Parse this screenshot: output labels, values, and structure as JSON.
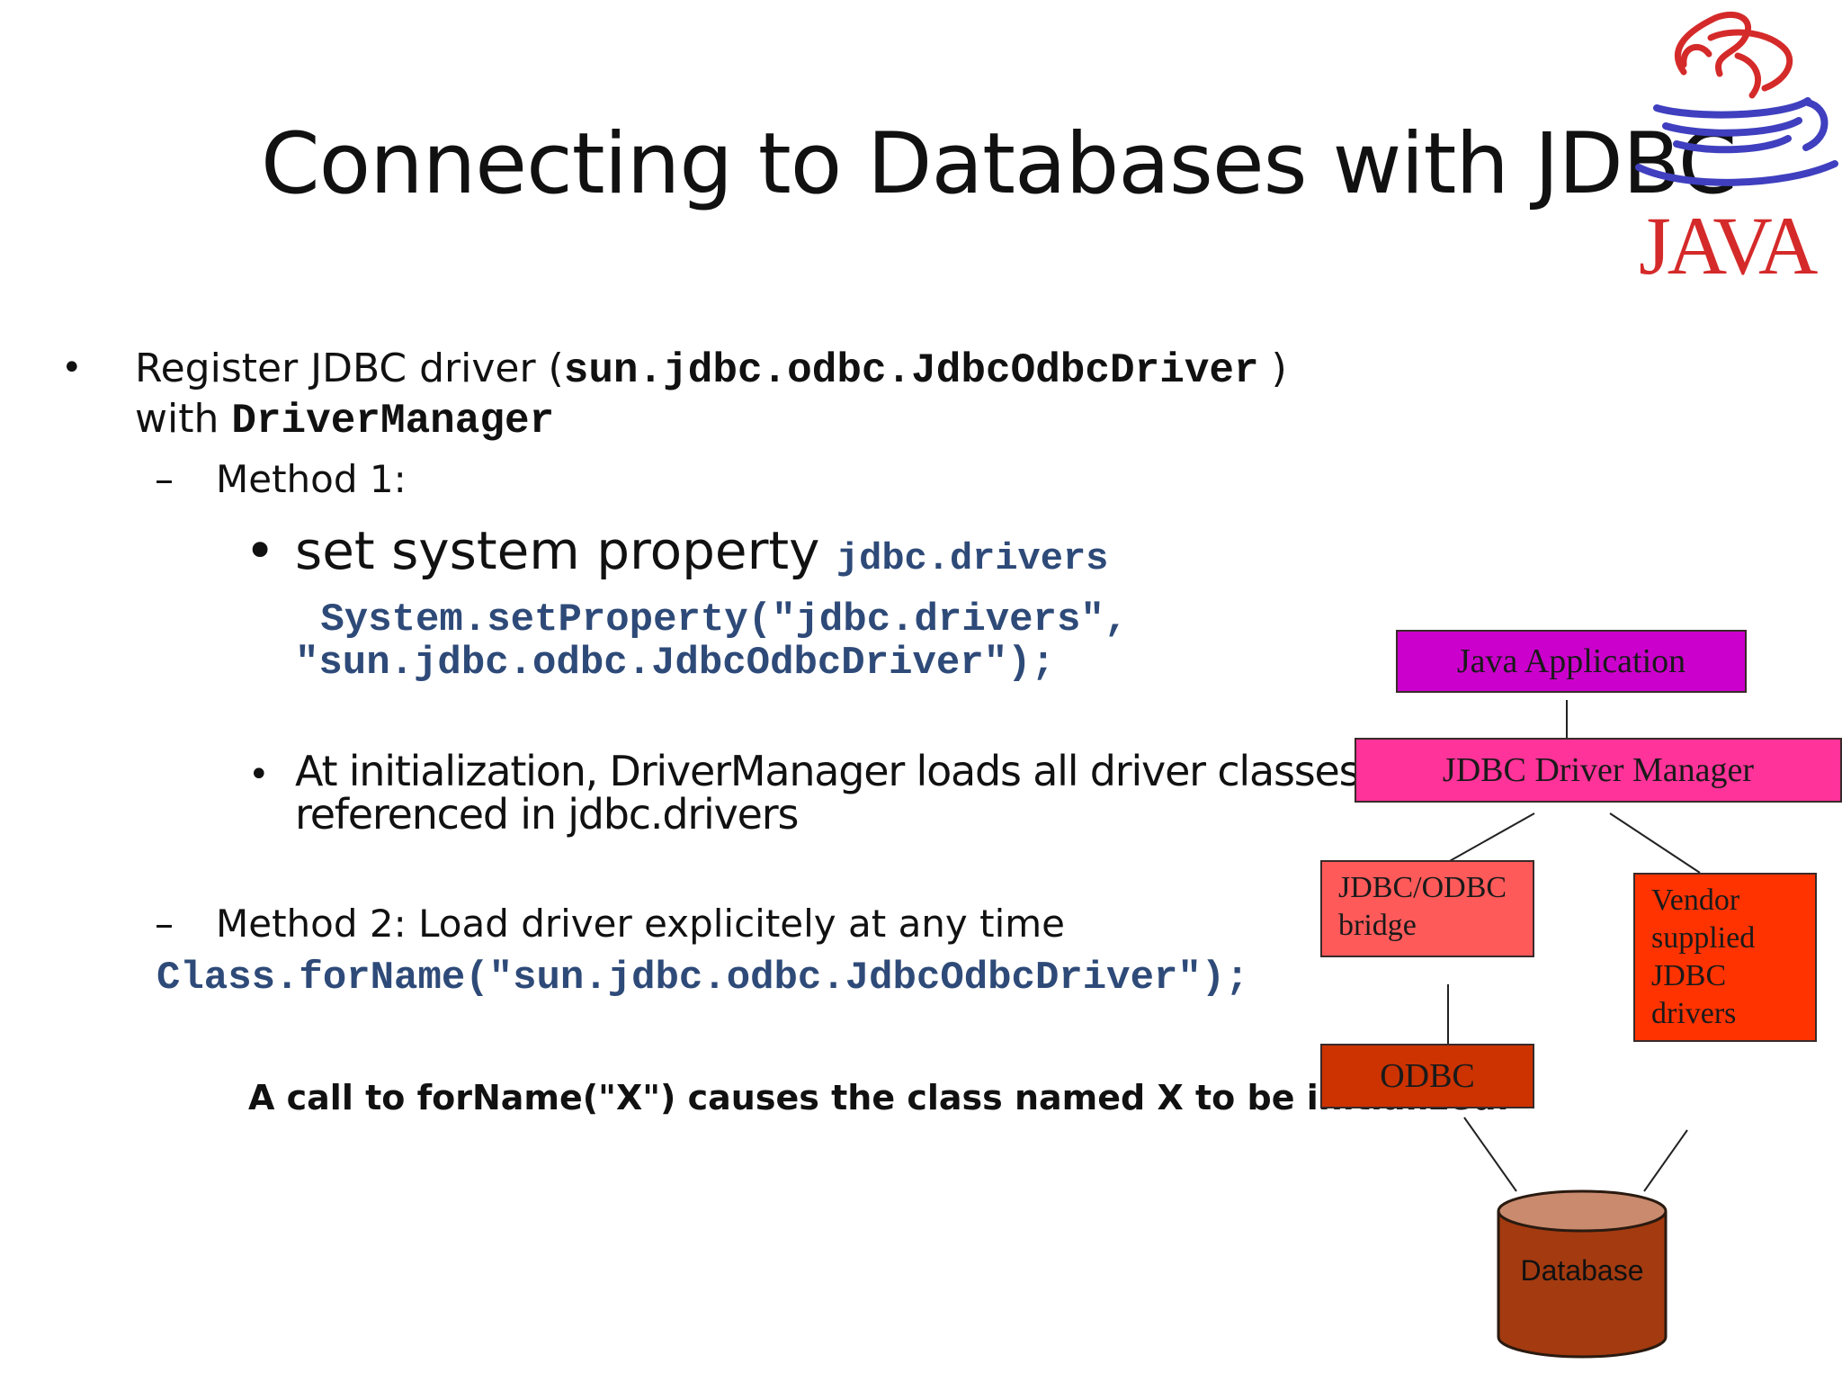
{
  "title": "Connecting to Databases with JDBC",
  "logo": {
    "name": "java-logo",
    "text": "JAVA",
    "colors": {
      "red": "#d52a2a",
      "blue": "#3f3fbf"
    }
  },
  "bullets": {
    "register_prefix": "Register JDBC driver (",
    "register_code": "sun.jdbc.odbc.JdbcOdbcDriver",
    "register_suffix": " )",
    "with_text": "with ",
    "with_code": "DriverManager",
    "method1_label": "Method 1:",
    "set_prop_text": "set system property ",
    "set_prop_code": "jdbc.drivers",
    "code_line1": " System.setProperty(\"jdbc.drivers\",",
    "code_line2": "\"sun.jdbc.odbc.JdbcOdbcDriver\");",
    "init_line1": "At initialization, DriverManager loads all driver classes",
    "init_line2": "referenced in jdbc.drivers",
    "method2_label": "Method 2: Load driver explicitely at any time",
    "method2_code": "Class.forName(\"sun.jdbc.odbc.JdbcOdbcDriver\");",
    "note": "A call to forName(\"X\") causes the class named X to be initialized."
  },
  "diagram": {
    "java_app": "Java Application",
    "driver_manager": "JDBC Driver Manager",
    "bridge_line1": "JDBC/ODBC",
    "bridge_line2": "bridge",
    "vendor_line1": "Vendor",
    "vendor_line2": "supplied",
    "vendor_line3": "JDBC",
    "vendor_line4": "drivers",
    "odbc": "ODBC",
    "database": "Database",
    "colors": {
      "java_app": "#cc00cc",
      "driver_manager": "#ff3399",
      "bridge": "#ff5a5a",
      "vendor": "#ff3300",
      "odbc": "#cc3300",
      "database": "#a33a10",
      "database_top": "#c98a6e"
    }
  }
}
